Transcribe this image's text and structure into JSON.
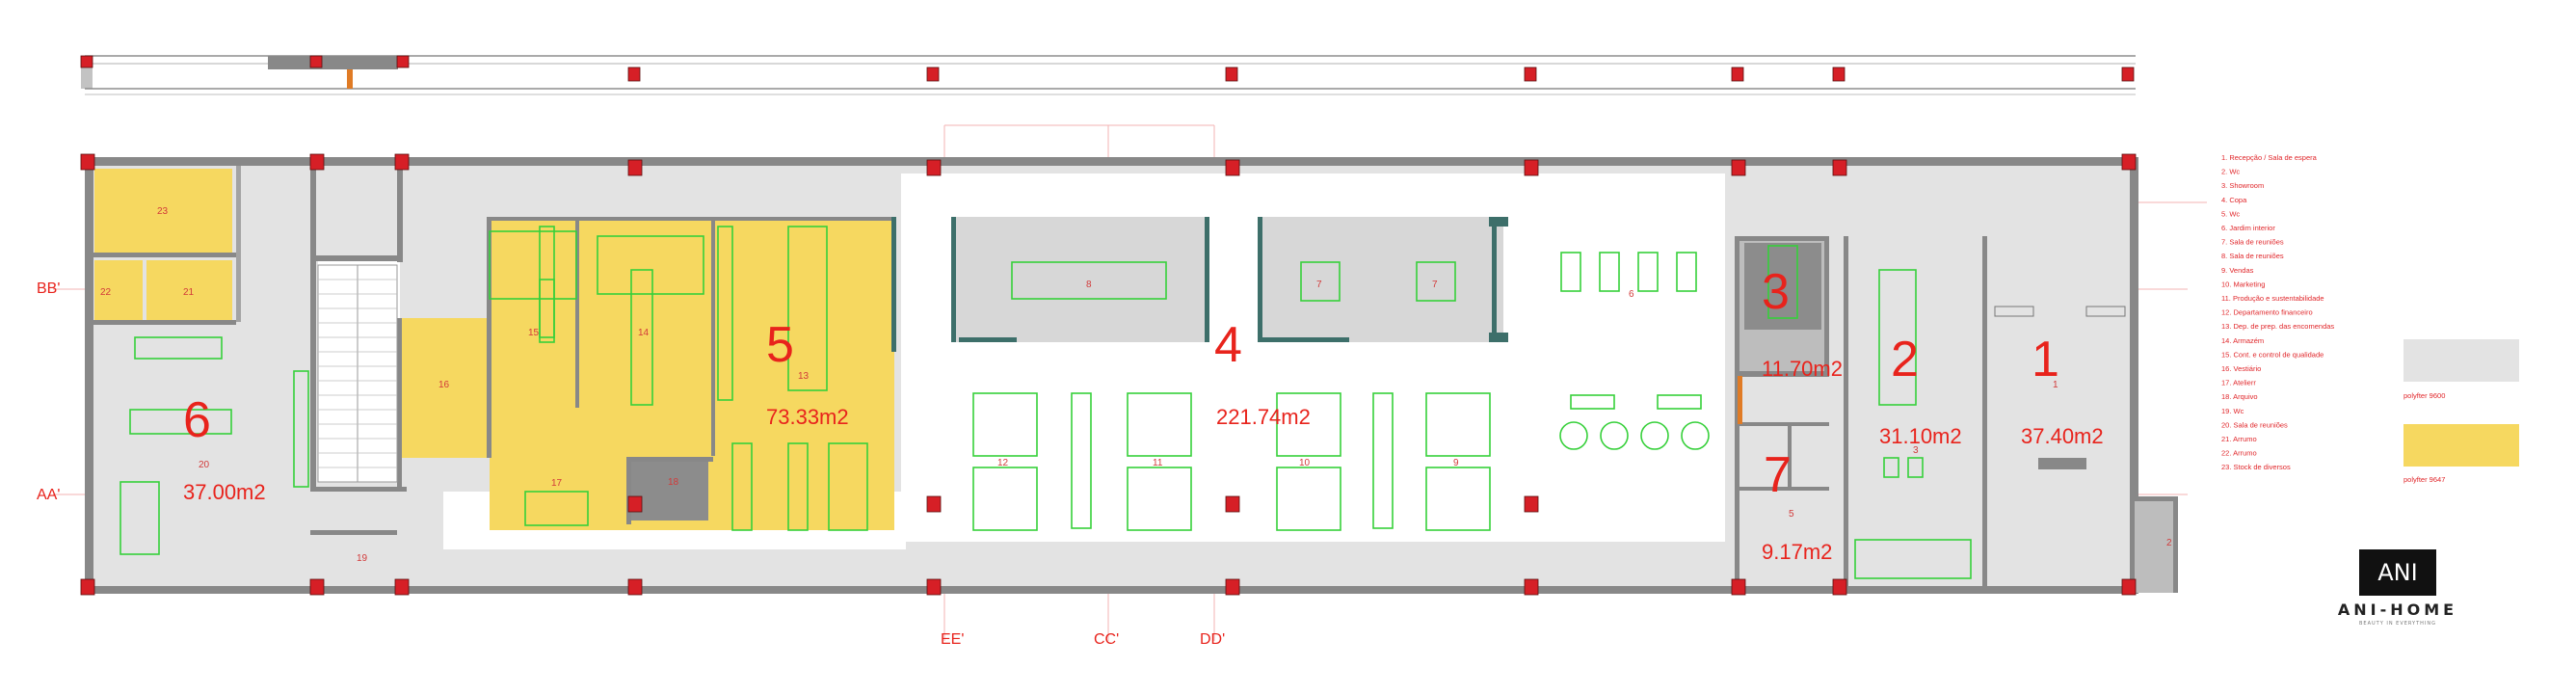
{
  "zones": [
    {
      "num": "1",
      "area": "37.40m2"
    },
    {
      "num": "2",
      "area": "31.10m2"
    },
    {
      "num": "3",
      "area": "11.70m2"
    },
    {
      "num": "4",
      "area": "221.74m2"
    },
    {
      "num": "5",
      "area": "73.33m2"
    },
    {
      "num": "6",
      "area": "37.00m2"
    },
    {
      "num": "7",
      "area": "9.17m2"
    }
  ],
  "room_ids": [
    "1",
    "2",
    "3",
    "5",
    "6",
    "7",
    "7",
    "8",
    "9",
    "10",
    "11",
    "12",
    "13",
    "14",
    "15",
    "16",
    "17",
    "18",
    "19",
    "20",
    "21",
    "22",
    "23"
  ],
  "section_marks": [
    "BB'",
    "AA'",
    "EE'",
    "CC'",
    "DD'"
  ],
  "legend_items": [
    "1.  Recepção / Sala de espera",
    "2.  Wc",
    "3.  Showroom",
    "4.  Copa",
    "5.  Wc",
    "6.  Jardim interior",
    "7.  Sala de reuniões",
    "8.  Sala de reuniões",
    "9.  Vendas",
    "10. Marketing",
    "11. Produção e sustentabilidade",
    "12. Departamento financeiro",
    "13. Dep. de prep. das encomendas",
    "14. Armazém",
    "15. Cont. e control de qualidade",
    "16. Vestiário",
    "17. Atelierr",
    "18. Arquivo",
    "19. Wc",
    "20. Sala de reuniões",
    "21. Arrumo",
    "22. Arrumo",
    "23. Stock de diversos"
  ],
  "legend_keys": [
    {
      "label": "polyfter 9600",
      "color": "#e3e3e3"
    },
    {
      "label": "polyfter 9647",
      "color": "#f6d860"
    }
  ],
  "logo": {
    "mark": "ANI",
    "name": "ANI-HOME",
    "tagline": "BEAUTY IN EVERYTHING"
  },
  "colors": {
    "yellow": "#f6d860",
    "light_grey": "#e3e3e3",
    "mid_grey": "#bdbdbd",
    "dark_grey": "#8c8c8c",
    "red": "#e8231c",
    "green": "#36d03a"
  }
}
